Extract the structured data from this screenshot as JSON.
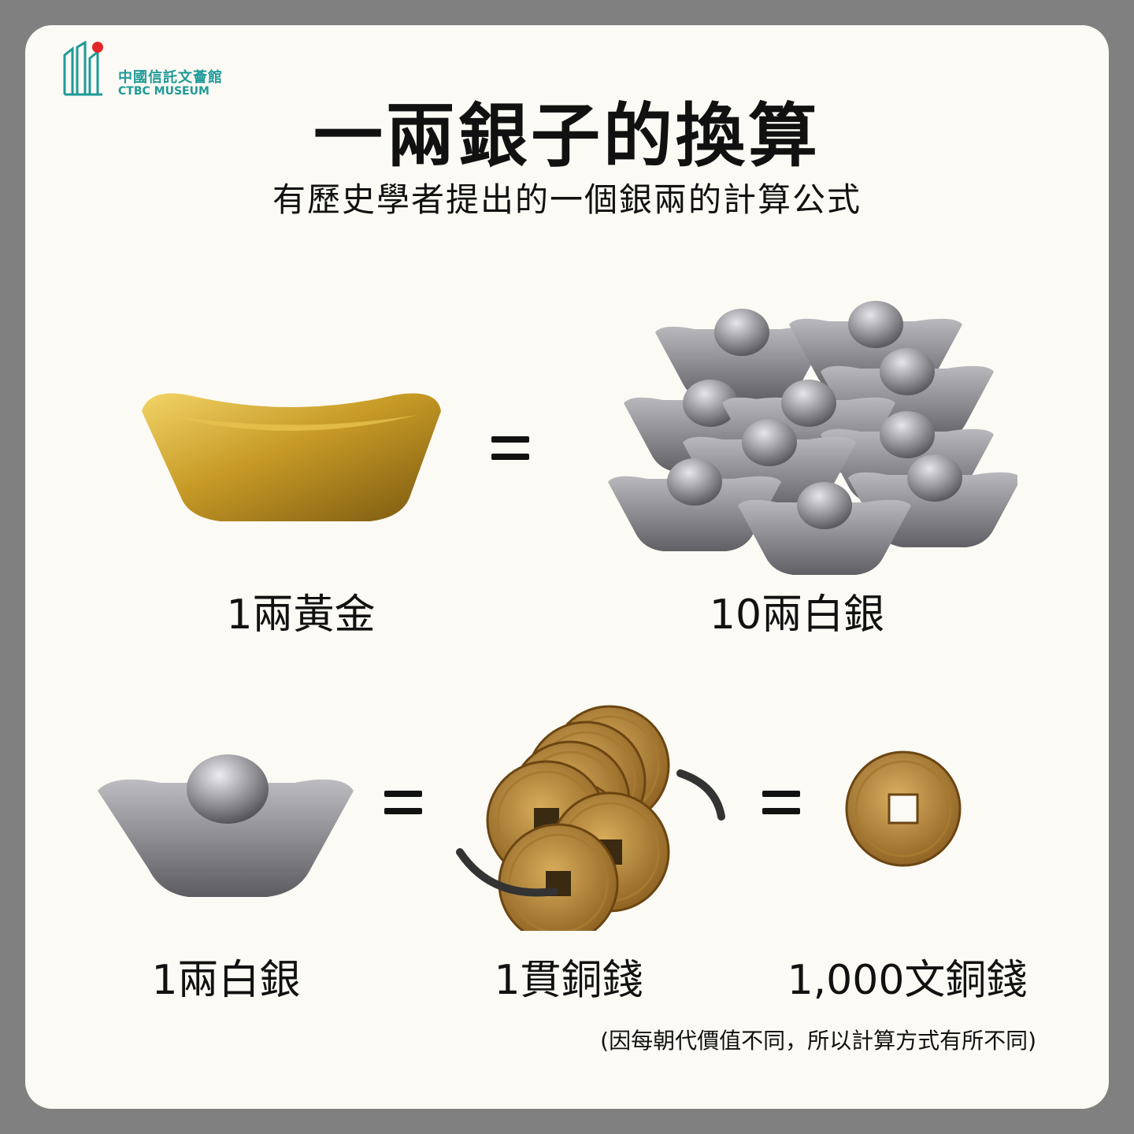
{
  "brand": {
    "name_zh": "中國信託文薈館",
    "name_en": "CTBC MUSEUM"
  },
  "title": "一兩銀子的換算",
  "subtitle": "有歷史學者提出的一個銀兩的計算公式",
  "row1": {
    "left_label": "1兩黃金",
    "right_label": "10兩白銀"
  },
  "row2": {
    "left_label": "1兩白銀",
    "middle_label": "1貫銅錢",
    "right_label": "1,000文銅錢"
  },
  "footnote": "(因每朝代價值不同，所以計算方式有所不同)",
  "colors": {
    "brand": "#1f9a98",
    "gold": "#c9a22e",
    "silver": "#8f8f93",
    "copper": "#b98a3a"
  },
  "icons": [
    "museum-logo-icon",
    "gold-ingot-icon",
    "silver-ingot-icon",
    "copper-coin-icon",
    "equals-icon"
  ]
}
